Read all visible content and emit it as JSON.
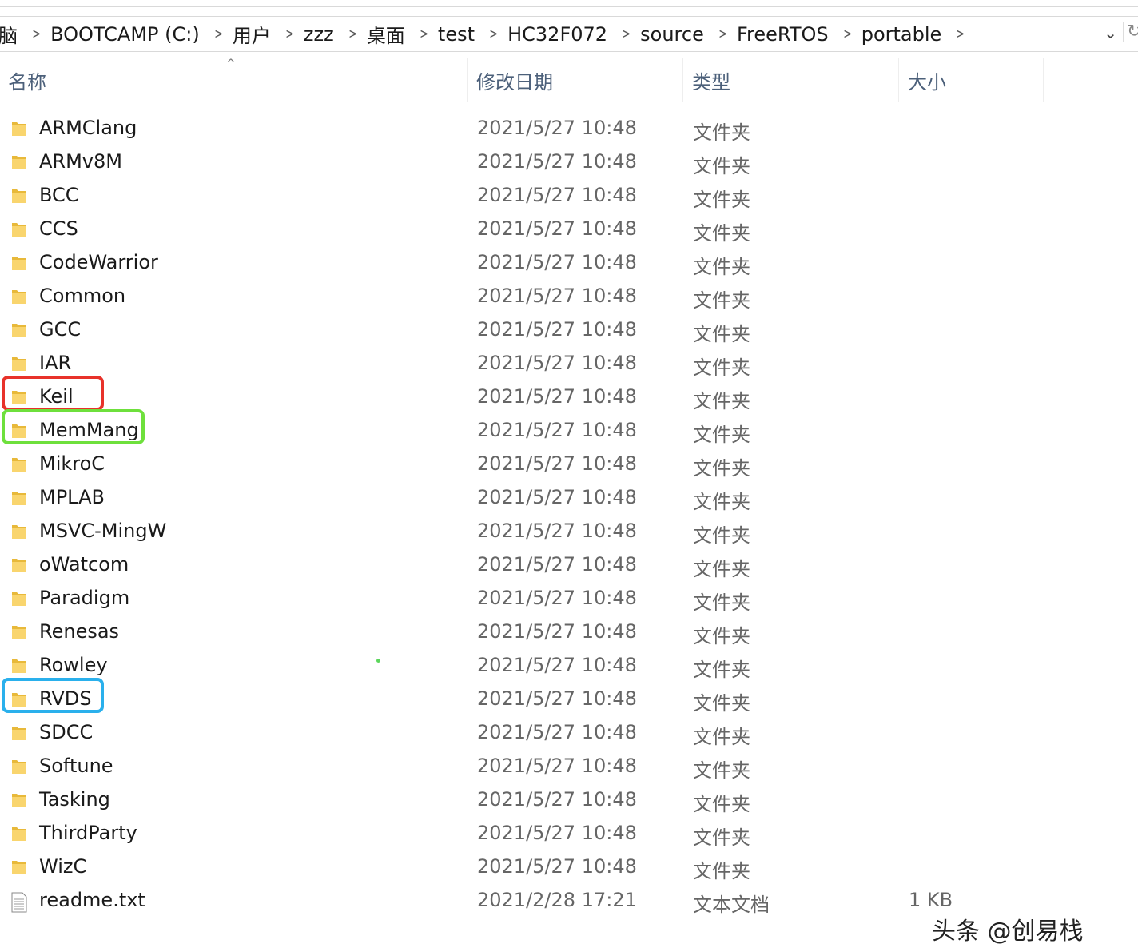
{
  "breadcrumb": [
    "脑",
    "BOOTCAMP (C:)",
    "用户",
    "zzz",
    "桌面",
    "test",
    "HC32F072",
    "source",
    "FreeRTOS",
    "portable"
  ],
  "columns": {
    "name": "名称",
    "date": "修改日期",
    "type": "类型",
    "size": "大小"
  },
  "files": [
    {
      "name": "ARMClang",
      "date": "2021/5/27 10:48",
      "type": "文件夹",
      "icon": "folder"
    },
    {
      "name": "ARMv8M",
      "date": "2021/5/27 10:48",
      "type": "文件夹",
      "icon": "folder"
    },
    {
      "name": "BCC",
      "date": "2021/5/27 10:48",
      "type": "文件夹",
      "icon": "folder"
    },
    {
      "name": "CCS",
      "date": "2021/5/27 10:48",
      "type": "文件夹",
      "icon": "folder"
    },
    {
      "name": "CodeWarrior",
      "date": "2021/5/27 10:48",
      "type": "文件夹",
      "icon": "folder"
    },
    {
      "name": "Common",
      "date": "2021/5/27 10:48",
      "type": "文件夹",
      "icon": "folder"
    },
    {
      "name": "GCC",
      "date": "2021/5/27 10:48",
      "type": "文件夹",
      "icon": "folder"
    },
    {
      "name": "IAR",
      "date": "2021/5/27 10:48",
      "type": "文件夹",
      "icon": "folder"
    },
    {
      "name": "Keil",
      "date": "2021/5/27 10:48",
      "type": "文件夹",
      "icon": "folder",
      "highlight": "#e8322a"
    },
    {
      "name": "MemMang",
      "date": "2021/5/27 10:48",
      "type": "文件夹",
      "icon": "folder",
      "highlight": "#6ee03c"
    },
    {
      "name": "MikroC",
      "date": "2021/5/27 10:48",
      "type": "文件夹",
      "icon": "folder"
    },
    {
      "name": "MPLAB",
      "date": "2021/5/27 10:48",
      "type": "文件夹",
      "icon": "folder"
    },
    {
      "name": "MSVC-MingW",
      "date": "2021/5/27 10:48",
      "type": "文件夹",
      "icon": "folder"
    },
    {
      "name": "oWatcom",
      "date": "2021/5/27 10:48",
      "type": "文件夹",
      "icon": "folder"
    },
    {
      "name": "Paradigm",
      "date": "2021/5/27 10:48",
      "type": "文件夹",
      "icon": "folder"
    },
    {
      "name": "Renesas",
      "date": "2021/5/27 10:48",
      "type": "文件夹",
      "icon": "folder"
    },
    {
      "name": "Rowley",
      "date": "2021/5/27 10:48",
      "type": "文件夹",
      "icon": "folder"
    },
    {
      "name": "RVDS",
      "date": "2021/5/27 10:48",
      "type": "文件夹",
      "icon": "folder",
      "highlight": "#2ab0ec"
    },
    {
      "name": "SDCC",
      "date": "2021/5/27 10:48",
      "type": "文件夹",
      "icon": "folder"
    },
    {
      "name": "Softune",
      "date": "2021/5/27 10:48",
      "type": "文件夹",
      "icon": "folder"
    },
    {
      "name": "Tasking",
      "date": "2021/5/27 10:48",
      "type": "文件夹",
      "icon": "folder"
    },
    {
      "name": "ThirdParty",
      "date": "2021/5/27 10:48",
      "type": "文件夹",
      "icon": "folder"
    },
    {
      "name": "WizC",
      "date": "2021/5/27 10:48",
      "type": "文件夹",
      "icon": "folder"
    },
    {
      "name": "readme.txt",
      "date": "2021/2/28 17:21",
      "type": "文本文档",
      "size": "1 KB",
      "icon": "text-file"
    }
  ],
  "watermark": "头条 @创易栈"
}
